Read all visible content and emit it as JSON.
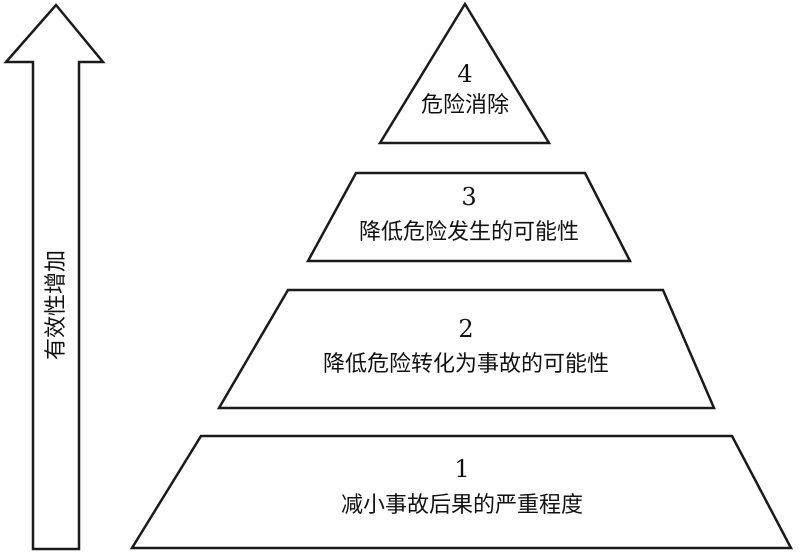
{
  "arrow": {
    "label": "有效性增加"
  },
  "tiers": [
    {
      "number": "4",
      "label": "危险消除"
    },
    {
      "number": "3",
      "label": "降低危险发生的可能性"
    },
    {
      "number": "2",
      "label": "降低危险转化为事故的可能性"
    },
    {
      "number": "1",
      "label": "减小事故后果的严重程度"
    }
  ]
}
